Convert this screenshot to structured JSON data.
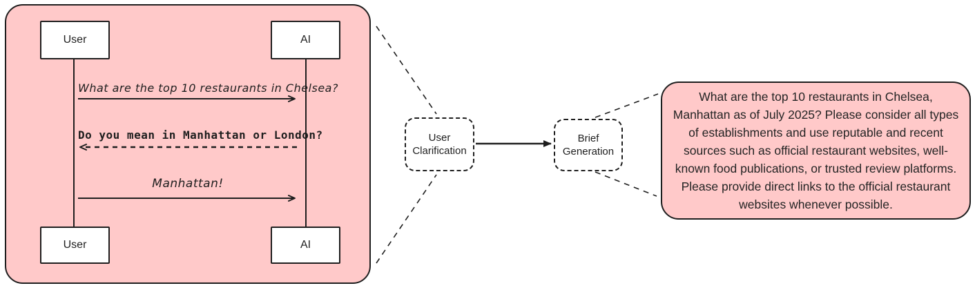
{
  "sequence_panel": {
    "top_actors": [
      {
        "label": "User"
      },
      {
        "label": "AI"
      }
    ],
    "bottom_actors": [
      {
        "label": "User"
      },
      {
        "label": "AI"
      }
    ],
    "messages": [
      {
        "text": "What are the top 10 restaurants in Chelsea?",
        "from": "User",
        "to": "AI",
        "line_style": "solid"
      },
      {
        "text": "Do you mean in Manhattan or London?",
        "from": "AI",
        "to": "User",
        "line_style": "dashed"
      },
      {
        "text": "Manhattan!",
        "from": "User",
        "to": "AI",
        "line_style": "solid"
      }
    ]
  },
  "flow": {
    "clarification_node": {
      "label": "User Clarification"
    },
    "generation_node": {
      "label": "Brief Generation"
    }
  },
  "brief_panel": {
    "text": "What are the top 10 restaurants in Chelsea, Manhattan as of July 2025? Please consider all types of establishments and use reputable and recent sources such as official restaurant websites, well-known food publications, or trusted review platforms. Please provide direct links to the official restaurant websites whenever possible."
  },
  "colors": {
    "panel_fill": "#ffc9c9",
    "stroke": "#1e1e1e",
    "actor_box_fill": "#ffffff"
  }
}
